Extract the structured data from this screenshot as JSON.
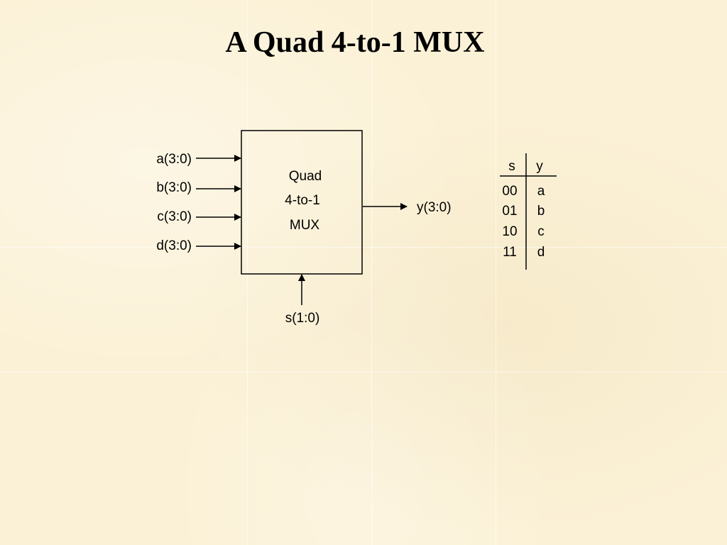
{
  "title": "A Quad 4-to-1 MUX",
  "mux": {
    "label_lines": [
      "Quad",
      "4-to-1",
      "MUX"
    ],
    "inputs": [
      "a(3:0)",
      "b(3:0)",
      "c(3:0)",
      "d(3:0)"
    ],
    "output": "y(3:0)",
    "select": "s(1:0)"
  },
  "truth_table": {
    "headers": [
      "s",
      "y"
    ],
    "rows": [
      [
        "00",
        "a"
      ],
      [
        "01",
        "b"
      ],
      [
        "10",
        "c"
      ],
      [
        "11",
        "d"
      ]
    ]
  }
}
